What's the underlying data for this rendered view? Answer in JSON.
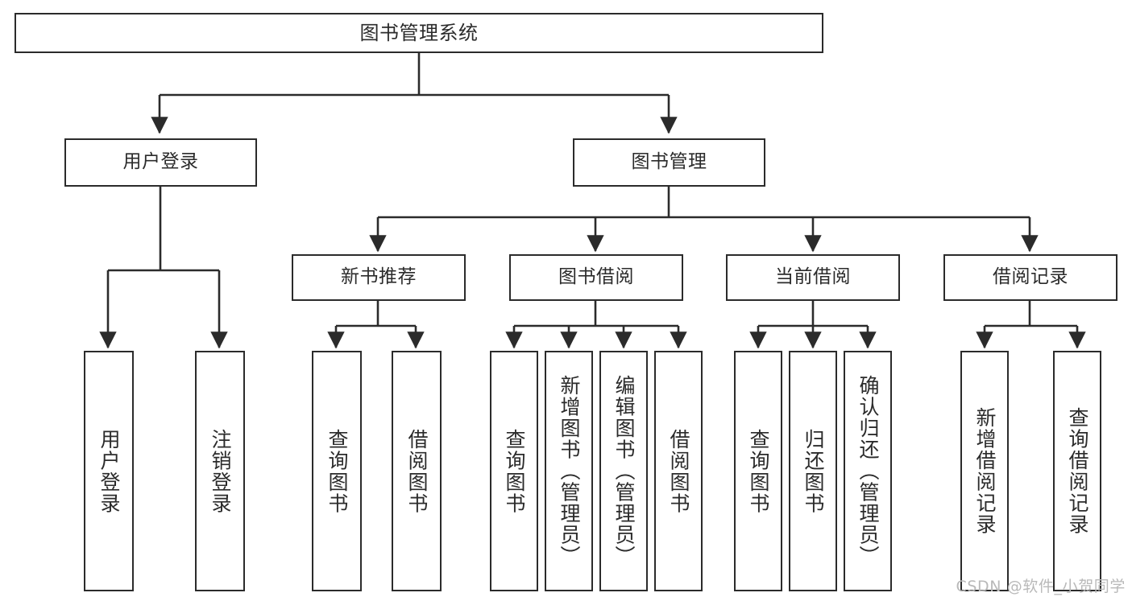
{
  "diagram": {
    "title": "图书管理系统",
    "type": "tree",
    "watermark": "CSDN @软件_小贺同学",
    "colors": {
      "stroke": "#2b2b2b",
      "fill": "#ffffff",
      "background": "#ffffff",
      "watermark": "#b9b9b9"
    },
    "nodes": {
      "root": {
        "label": "图书管理系统"
      },
      "level2": [
        {
          "id": "user-login",
          "label": "用户登录"
        },
        {
          "id": "book-manage",
          "label": "图书管理"
        }
      ],
      "level3": [
        {
          "id": "new-book-recommend",
          "label": "新书推荐"
        },
        {
          "id": "book-borrow",
          "label": "图书借阅"
        },
        {
          "id": "current-borrow",
          "label": "当前借阅"
        },
        {
          "id": "borrow-record",
          "label": "借阅记录"
        }
      ],
      "leaves": {
        "user_login": [
          {
            "id": "leaf-user-login",
            "label": "用户登录"
          },
          {
            "id": "leaf-logout",
            "label": "注销登录"
          }
        ],
        "new_book_recommend": [
          {
            "id": "leaf-query-book-1",
            "label": "查询图书"
          },
          {
            "id": "leaf-borrow-book-1",
            "label": "借阅图书"
          }
        ],
        "book_borrow": [
          {
            "id": "leaf-query-book-2",
            "label": "查询图书"
          },
          {
            "id": "leaf-add-book",
            "label": "新增图书（管理员）"
          },
          {
            "id": "leaf-edit-book",
            "label": "编辑图书（管理员）"
          },
          {
            "id": "leaf-borrow-book-2",
            "label": "借阅图书"
          }
        ],
        "current_borrow": [
          {
            "id": "leaf-query-book-3",
            "label": "查询图书"
          },
          {
            "id": "leaf-return-book",
            "label": "归还图书"
          },
          {
            "id": "leaf-confirm-return",
            "label": "确认归还（管理员）"
          }
        ],
        "borrow_record": [
          {
            "id": "leaf-add-record",
            "label": "新增借阅记录"
          },
          {
            "id": "leaf-query-record",
            "label": "查询借阅记录"
          }
        ]
      }
    }
  }
}
